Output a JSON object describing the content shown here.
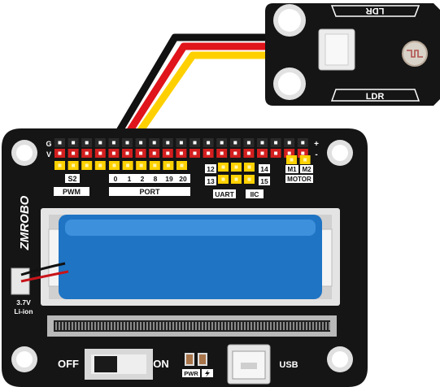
{
  "ldr_module": {
    "label_top": "LDR",
    "label_bottom": "LDR"
  },
  "board": {
    "brand": "ZMROBO",
    "row_labels": {
      "ground": "G",
      "voltage": "V",
      "plus": "+",
      "minus": "-"
    },
    "pwm": {
      "pin_label": "S2",
      "group_label": "PWM"
    },
    "port": {
      "pins": [
        "0",
        "1",
        "2",
        "8",
        "19",
        "20"
      ],
      "group_label": "PORT"
    },
    "uart": {
      "pins": [
        "12",
        "13"
      ],
      "group_label": "UART"
    },
    "iic": {
      "pins": [
        "14",
        "15"
      ],
      "group_label": "IIC"
    },
    "motor": {
      "pins": [
        "M1",
        "M2"
      ],
      "group_label": "MOTOR"
    },
    "battery": {
      "voltage": "3.7V",
      "type": "Li-ion"
    },
    "switch": {
      "off_label": "OFF",
      "on_label": "ON"
    },
    "indicators": {
      "power_label": "PWR"
    },
    "usb_label": "USB"
  },
  "colors": {
    "board": "#151515",
    "header_ground": "#2a2a2a",
    "header_voltage": "#d31f1f",
    "header_signal": "#ffd100",
    "battery": "#1f74c4",
    "wire_black": "#111111",
    "wire_red": "#e0141b",
    "wire_yellow": "#ffd000",
    "silk": "#ffffff"
  }
}
